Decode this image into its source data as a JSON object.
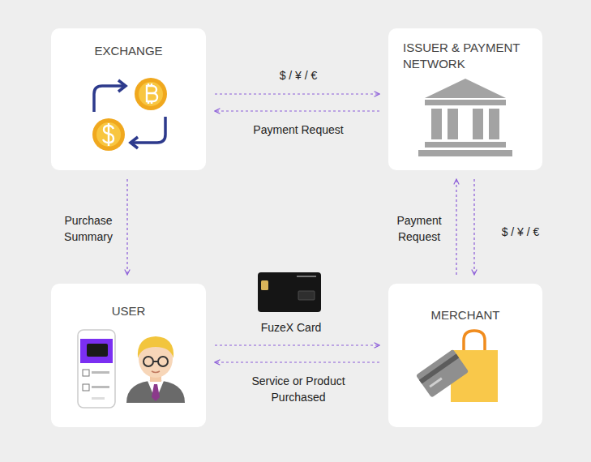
{
  "diagram": {
    "nodes": [
      {
        "text": [
          "EXCHANGE"
        ]
      },
      {
        "text": [
          "ISSUER & PAYMENT NETWORK"
        ]
      },
      {
        "text": [
          "USER"
        ]
      },
      {
        "text": [
          "MERCHANT"
        ]
      }
    ],
    "edges": [
      {
        "from": 0,
        "to": 1,
        "label": "$ / ¥ / €",
        "arrow": "to"
      },
      {
        "from": 1,
        "to": 0,
        "label": "Payment Request",
        "arrow": "to"
      },
      {
        "from": 0,
        "to": 2,
        "label": "Purchase Summary",
        "arrow": "to"
      },
      {
        "from": 3,
        "to": 1,
        "label": "Payment Request",
        "arrow": "to"
      },
      {
        "from": 1,
        "to": 3,
        "label": "$ / ¥ / €",
        "arrow": "to"
      },
      {
        "from": 2,
        "to": 3,
        "label": "FuzeX Card",
        "arrow": "to"
      },
      {
        "from": 3,
        "to": 2,
        "label": "Service or Product Purchased",
        "arrow": "to"
      }
    ]
  }
}
